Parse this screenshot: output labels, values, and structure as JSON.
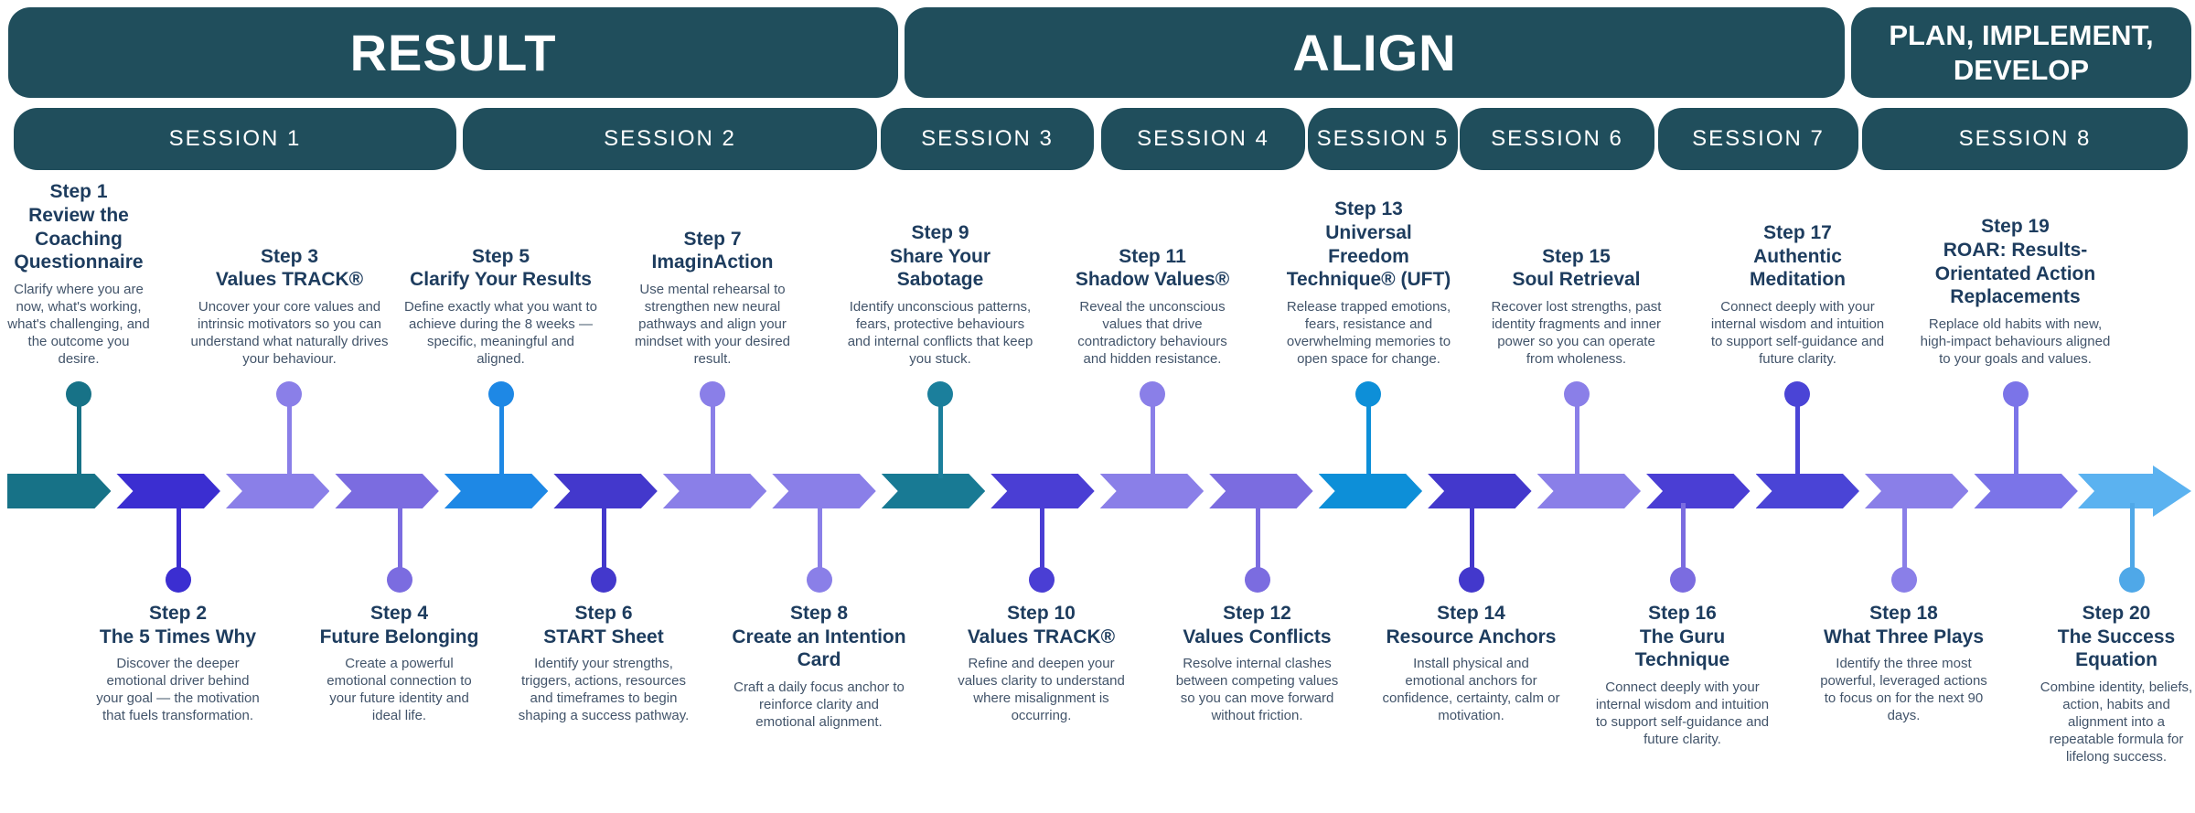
{
  "phases": [
    {
      "label": "RESULT"
    },
    {
      "label": "ALIGN"
    },
    {
      "label": "PLAN, IMPLEMENT, DEVELOP"
    }
  ],
  "sessions": [
    {
      "label": "SESSION 1"
    },
    {
      "label": "SESSION 2"
    },
    {
      "label": "SESSION 3"
    },
    {
      "label": "SESSION 4"
    },
    {
      "label": "SESSION 5"
    },
    {
      "label": "SESSION 6"
    },
    {
      "label": "SESSION 7"
    },
    {
      "label": "SESSION 8"
    }
  ],
  "theme": {
    "header_bg": "#204e5c",
    "title_color": "#1d3c5e",
    "description_color": "#42546a"
  },
  "steps": [
    {
      "label": "Step 1",
      "title": "Review the Coaching Questionnaire",
      "description": "Clarify where you are now, what's working, what's challenging, and the outcome you desire.",
      "row": "top",
      "dot_color": "#177287",
      "segment_color": "#177287"
    },
    {
      "label": "Step 2",
      "title": "The 5 Times Why",
      "description": "Discover the deeper emotional driver behind your goal — the motivation that fuels transformation.",
      "row": "bottom",
      "dot_color": "#3b2ed1",
      "segment_color": "#3b2ed1"
    },
    {
      "label": "Step 3",
      "title": "Values TRACK®",
      "description": "Uncover your core values and intrinsic motivators so you can understand what naturally drives your behaviour.",
      "row": "top",
      "dot_color": "#8a7fe8",
      "segment_color": "#8a7fe8"
    },
    {
      "label": "Step 4",
      "title": "Future Belonging",
      "description": "Create a powerful emotional connection to your future identity and ideal life.",
      "row": "bottom",
      "dot_color": "#7b6ce0",
      "segment_color": "#7b6ce0"
    },
    {
      "label": "Step 5",
      "title": "Clarify Your Results",
      "description": "Define exactly what you want to achieve during the 8 weeks — specific, meaningful and aligned.",
      "row": "top",
      "dot_color": "#1e88e5",
      "segment_color": "#1e88e5"
    },
    {
      "label": "Step 6",
      "title": "START Sheet",
      "description": "Identify your strengths, triggers, actions, resources and timeframes to begin shaping a success pathway.",
      "row": "bottom",
      "dot_color": "#4338cc",
      "segment_color": "#4338cc"
    },
    {
      "label": "Step 7",
      "title": "ImaginAction",
      "description": "Use mental rehearsal to strengthen new neural pathways and align your mindset with your desired result.",
      "row": "top",
      "dot_color": "#8a7fe8",
      "segment_color": "#8a7fe8"
    },
    {
      "label": "Step 8",
      "title": "Create an Intention Card",
      "description": "Craft a daily focus anchor to reinforce clarity and emotional alignment.",
      "row": "bottom",
      "dot_color": "#8a7fe8",
      "segment_color": "#8a7fe8"
    },
    {
      "label": "Step 9",
      "title": "Share Your Sabotage",
      "description": "Identify unconscious patterns, fears, protective behaviours and internal conflicts that keep you stuck.",
      "row": "top",
      "dot_color": "#1b7f9c",
      "segment_color": "#187a94"
    },
    {
      "label": "Step 10",
      "title": "Values TRACK®",
      "description": "Refine and deepen your values clarity to understand where misalignment is occurring.",
      "row": "bottom",
      "dot_color": "#4a3ed4",
      "segment_color": "#4a3ed4"
    },
    {
      "label": "Step 11",
      "title": "Shadow Values®",
      "description": "Reveal the unconscious values that drive contradictory behaviours and hidden resistance.",
      "row": "top",
      "dot_color": "#8a7fe8",
      "segment_color": "#8a7fe8"
    },
    {
      "label": "Step 12",
      "title": "Values Conflicts",
      "description": "Resolve internal clashes between competing values so you can move forward without friction.",
      "row": "bottom",
      "dot_color": "#7b6ce0",
      "segment_color": "#7b6ce0"
    },
    {
      "label": "Step 13",
      "title": "Universal Freedom Technique® (UFT)",
      "description": "Release trapped emotions, fears, resistance and overwhelming memories to open space for change.",
      "row": "top",
      "dot_color": "#0d8fd8",
      "segment_color": "#0d8fd8"
    },
    {
      "label": "Step 14",
      "title": "Resource Anchors",
      "description": "Install physical and emotional anchors for confidence, certainty, calm or motivation.",
      "row": "bottom",
      "dot_color": "#4338cc",
      "segment_color": "#4338cc"
    },
    {
      "label": "Step 15",
      "title": "Soul Retrieval",
      "description": "Recover lost strengths, past identity fragments and inner power so you can operate from wholeness.",
      "row": "top",
      "dot_color": "#8a7fe8",
      "segment_color": "#8a7fe8"
    },
    {
      "label": "Step 16",
      "title": "The Guru Technique",
      "description": "Connect deeply with your internal wisdom and intuition to support self-guidance and future clarity.",
      "row": "bottom",
      "dot_color": "#7b6ce0",
      "segment_color": "#4a3ed4"
    },
    {
      "label": "Step 17",
      "title": "Authentic Meditation",
      "description": "Connect deeply with your internal wisdom and intuition to support self-guidance and future clarity.",
      "row": "top",
      "dot_color": "#4a44d6",
      "segment_color": "#4a44d6"
    },
    {
      "label": "Step 18",
      "title": "What Three Plays",
      "description": "Identify the three most powerful, leveraged actions to focus on for the next 90 days.",
      "row": "bottom",
      "dot_color": "#8a7fe8",
      "segment_color": "#8a7fe8"
    },
    {
      "label": "Step 19",
      "title": "ROAR: Results-Orientated Action Replacements",
      "description": "Replace old habits with new, high-impact behaviours aligned to your goals and values.",
      "row": "top",
      "dot_color": "#7b74e8",
      "segment_color": "#7b74e8"
    },
    {
      "label": "Step 20",
      "title": "The Success Equation",
      "description": "Combine identity, beliefs, action, habits and alignment into a repeatable formula for lifelong success.",
      "row": "bottom",
      "dot_color": "#4fa8e8",
      "segment_color": "#5bb2f0"
    }
  ]
}
